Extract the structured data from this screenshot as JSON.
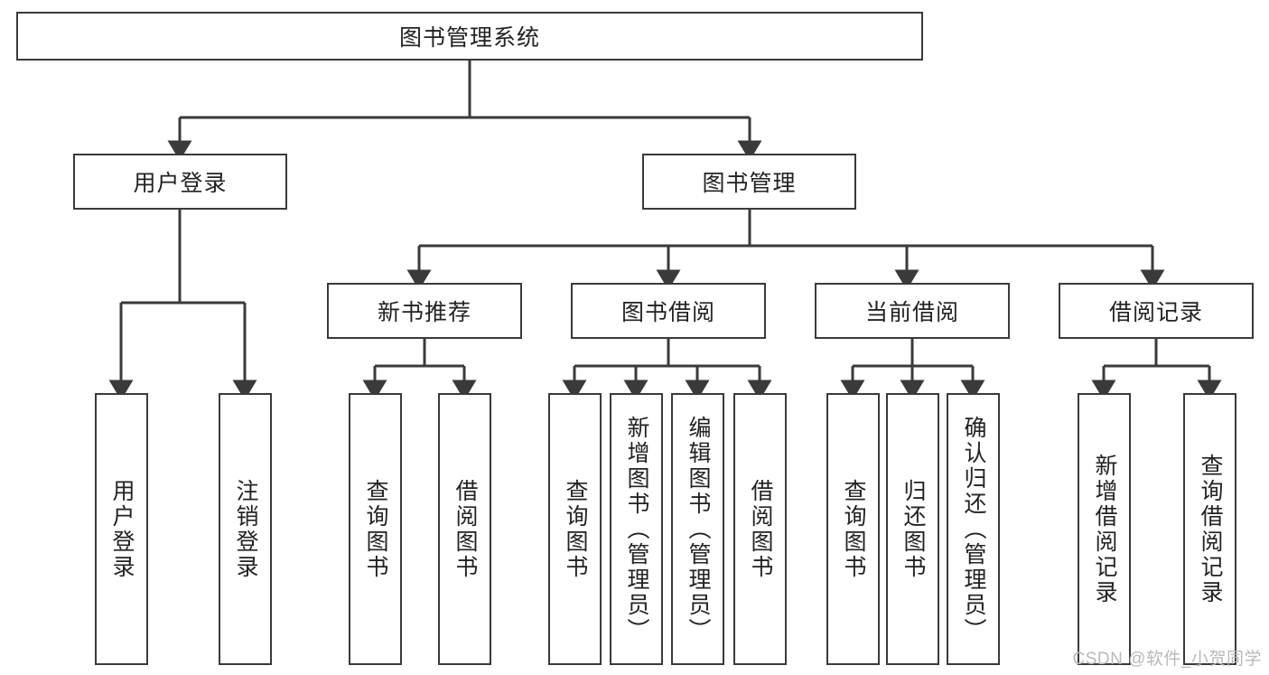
{
  "diagram": {
    "title": "图书管理系统",
    "type": "tree-hierarchy",
    "stroke_color": "#3a3a3a",
    "fill_color": "#ffffff",
    "text_color": "#222222",
    "root": {
      "id": "root",
      "label": "图书管理系统"
    },
    "level2": [
      {
        "id": "user-login",
        "label": "用户登录"
      },
      {
        "id": "book-management",
        "label": "图书管理"
      }
    ],
    "level3": [
      {
        "id": "new-book-recommend",
        "label": "新书推荐",
        "parent": "book-management"
      },
      {
        "id": "book-borrow",
        "label": "图书借阅",
        "parent": "book-management"
      },
      {
        "id": "current-borrow",
        "label": "当前借阅",
        "parent": "book-management"
      },
      {
        "id": "borrow-record",
        "label": "借阅记录",
        "parent": "book-management"
      }
    ],
    "leaves": [
      {
        "id": "leaf-user-login",
        "label": "用户登录",
        "parent": "user-login"
      },
      {
        "id": "leaf-logout-login",
        "label": "注销登录",
        "parent": "user-login"
      },
      {
        "id": "leaf-query-book-1",
        "label": "查询图书",
        "parent": "new-book-recommend"
      },
      {
        "id": "leaf-borrow-book-1",
        "label": "借阅图书",
        "parent": "new-book-recommend"
      },
      {
        "id": "leaf-query-book-2",
        "label": "查询图书",
        "parent": "book-borrow"
      },
      {
        "id": "leaf-add-book",
        "label": "新增图书（管理员）",
        "parent": "book-borrow"
      },
      {
        "id": "leaf-edit-book",
        "label": "编辑图书（管理员）",
        "parent": "book-borrow"
      },
      {
        "id": "leaf-borrow-book-2",
        "label": "借阅图书",
        "parent": "book-borrow"
      },
      {
        "id": "leaf-query-book-3",
        "label": "查询图书",
        "parent": "current-borrow"
      },
      {
        "id": "leaf-return-book",
        "label": "归还图书",
        "parent": "current-borrow"
      },
      {
        "id": "leaf-confirm-return",
        "label": "确认归还（管理员）",
        "parent": "current-borrow"
      },
      {
        "id": "leaf-add-record",
        "label": "新增借阅记录",
        "parent": "borrow-record"
      },
      {
        "id": "leaf-query-record",
        "label": "查询借阅记录",
        "parent": "borrow-record"
      }
    ]
  },
  "watermark": {
    "text": "CSDN @软件_小贺同学"
  }
}
